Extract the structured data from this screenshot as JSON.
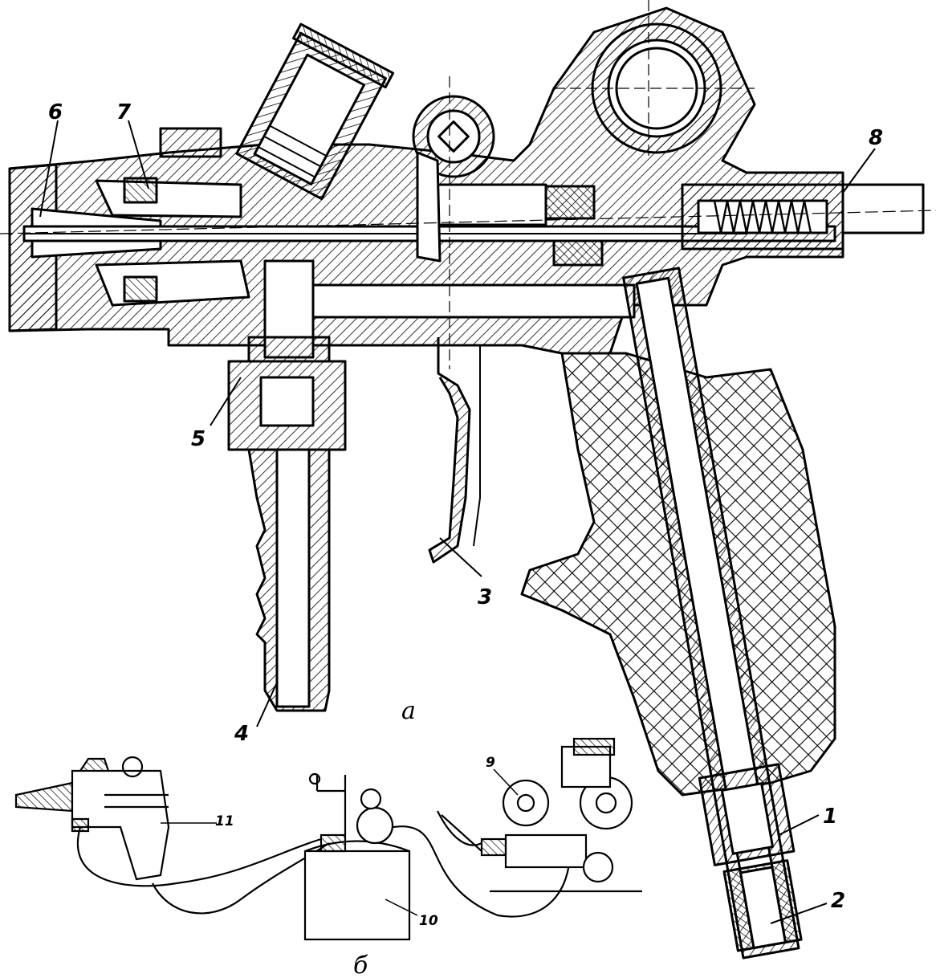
{
  "view_a_label": "а",
  "view_b_label": "б",
  "callouts": {
    "n1": "1",
    "n2": "2",
    "n3": "3",
    "n4": "4",
    "n5": "5",
    "n6": "6",
    "n7": "7",
    "n8": "8",
    "n9": "9",
    "n10": "10",
    "n11": "11"
  }
}
